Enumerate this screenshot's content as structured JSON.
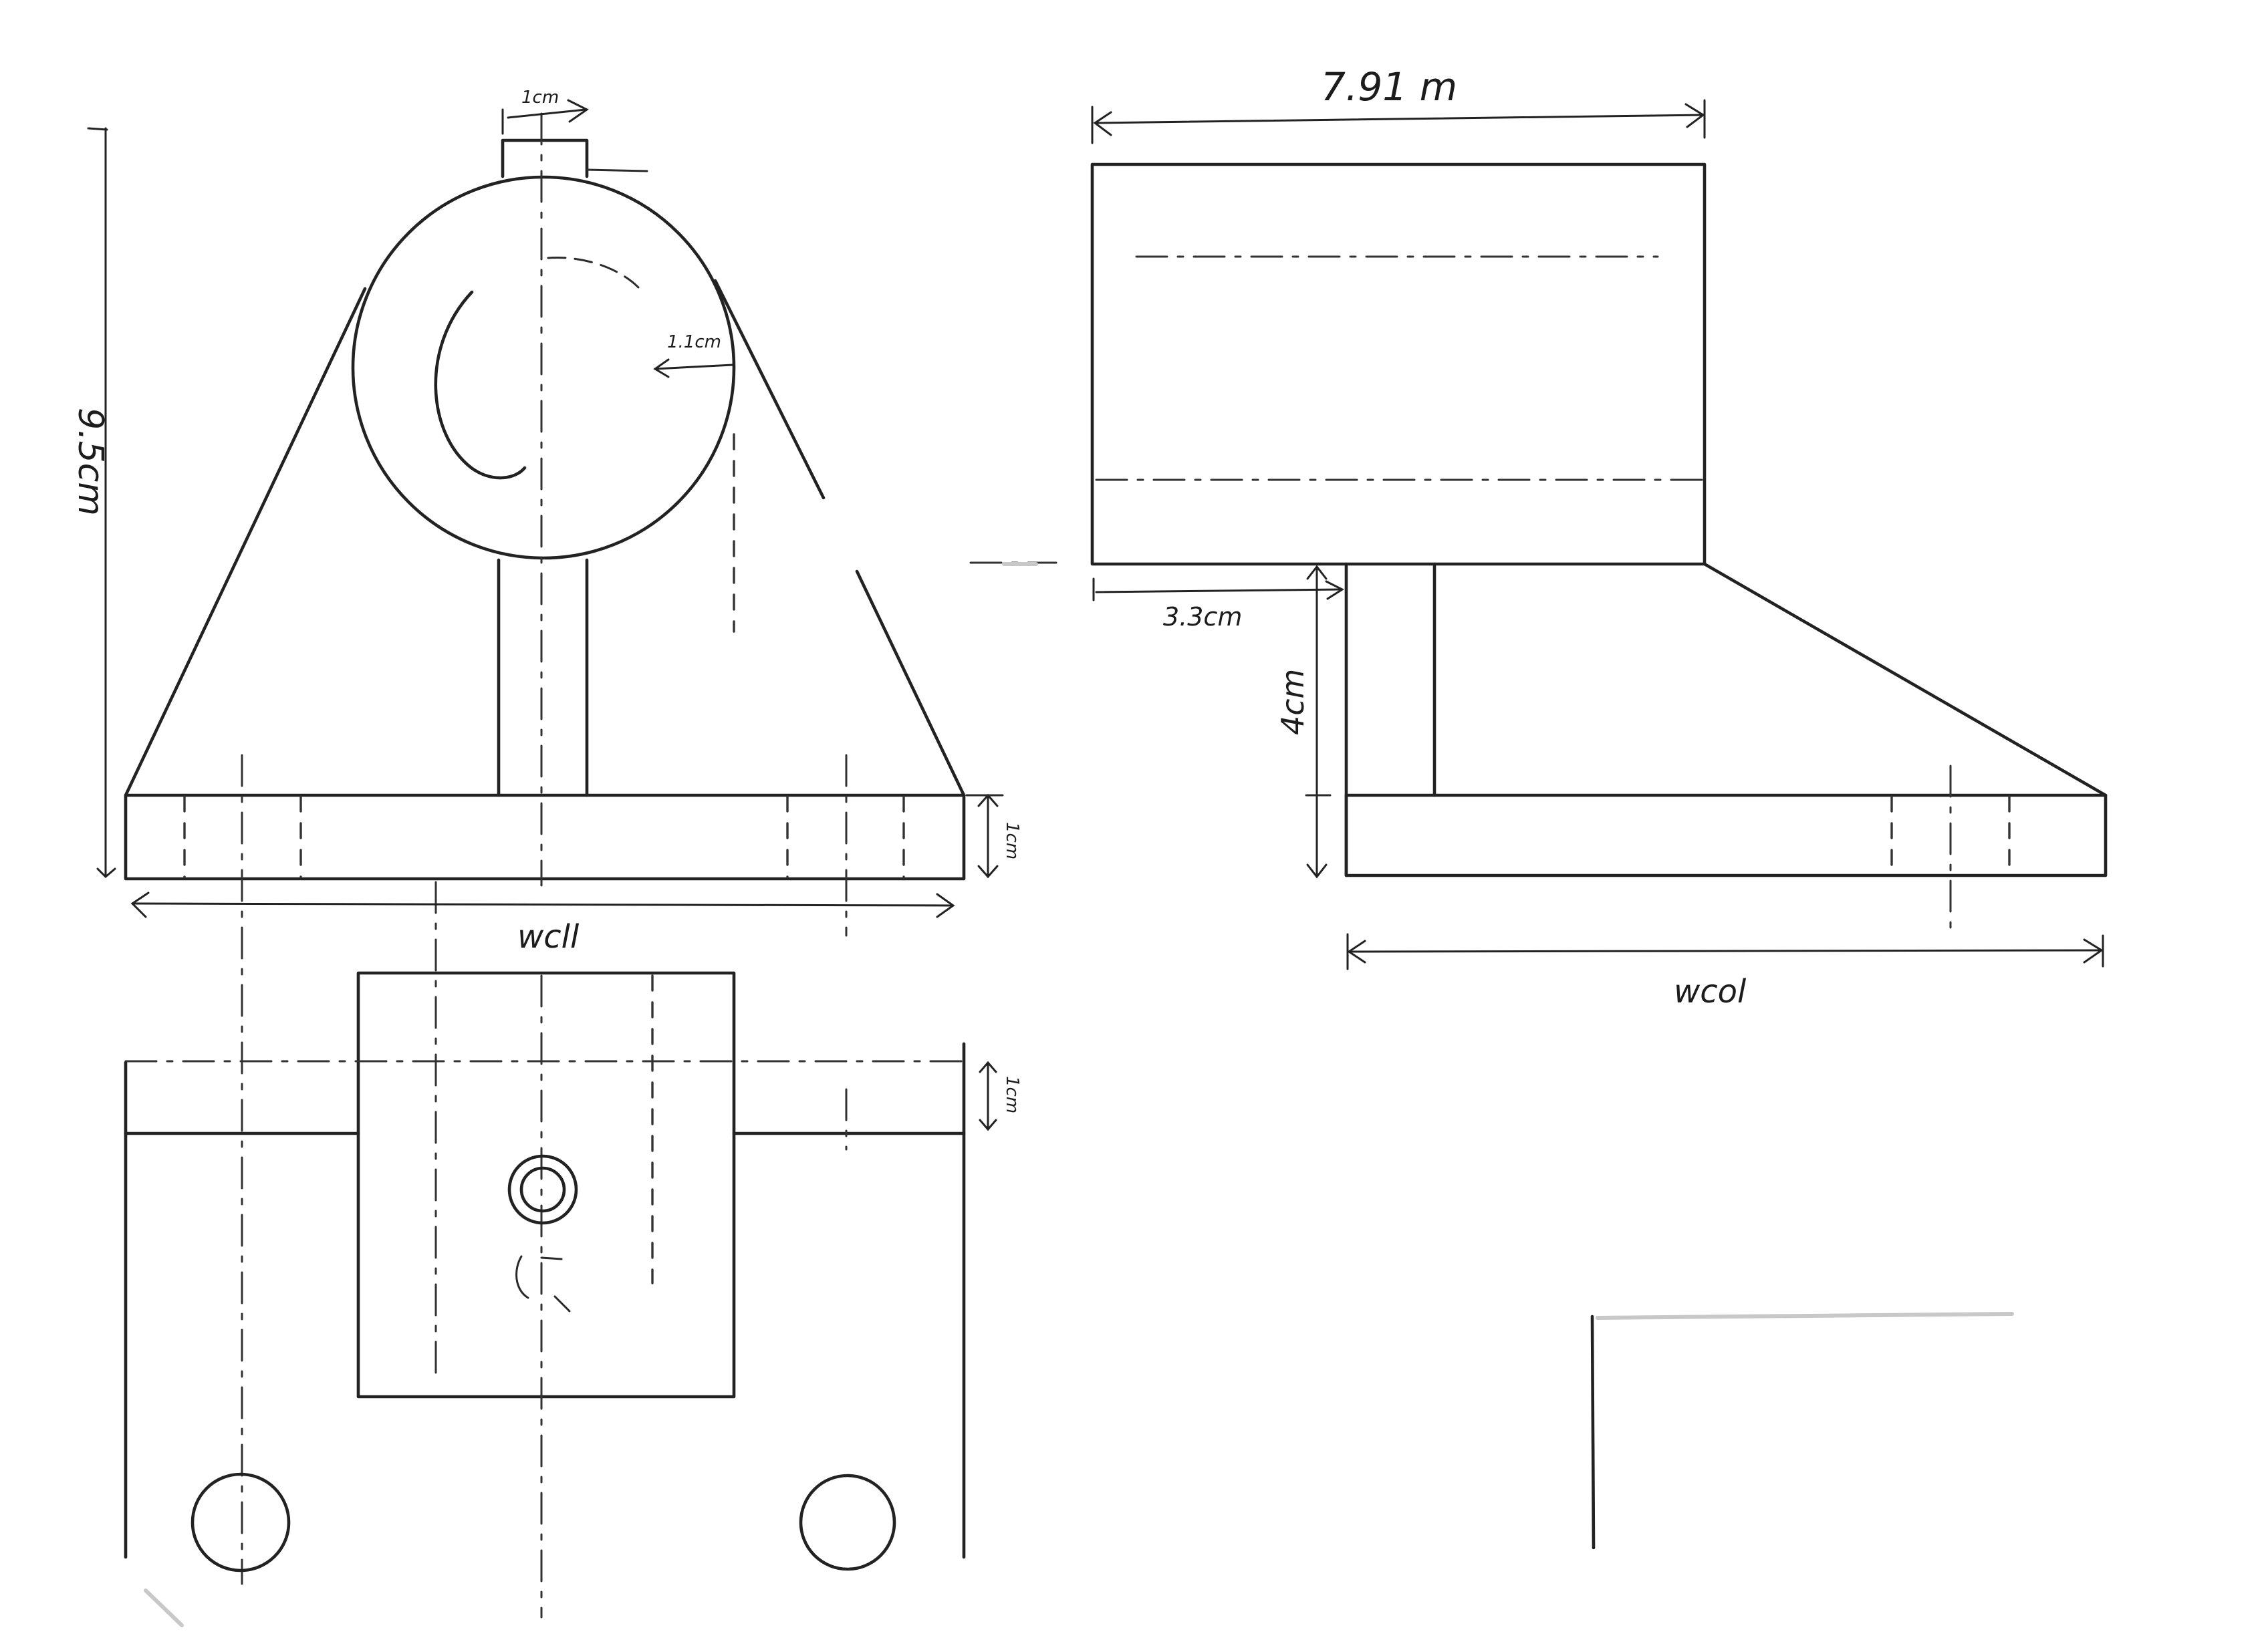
{
  "dimensions": {
    "top_width": "1cm",
    "overall_height": "9.5cm",
    "wall_thickness": "1.1cm",
    "base_thickness_front": "1cm",
    "base_width_front": "wcll",
    "rib_thickness": "1cm",
    "side_length": "7.91 m",
    "side_offset": "3.3cm",
    "side_height": "4cm",
    "side_base_width": "wcol"
  },
  "colors": {
    "ink": "#222222",
    "paper": "#ffffff"
  }
}
